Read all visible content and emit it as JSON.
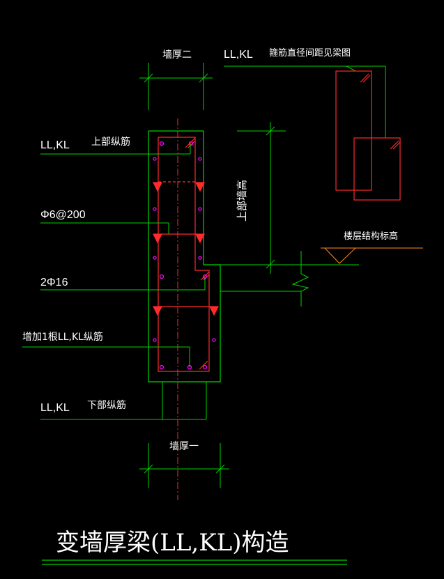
{
  "labels": {
    "wall_thick_2": "墙厚二",
    "top_ll_kl": "LL,KL",
    "stirrup_note": "箍筋直径间距见梁图",
    "ll_kl_top": "LL,KL",
    "top_long_bars": "上部纵筋",
    "stirrup_spec": "Φ6@200",
    "bars_2phi16": "2Φ16",
    "add_one_bar": "增加1根LL,KL纵筋",
    "ll_kl_bottom": "LL,KL",
    "bottom_long_bars": "下部纵筋",
    "wall_thick_1": "墙厚一",
    "beam_height": "上部墙高",
    "floor_level": "楼层结构标高",
    "title": "变墙厚梁(LL,KL)构造"
  },
  "colors": {
    "background": "#000000",
    "green": "#00d400",
    "red": "#ff2a2a",
    "magenta": "#ff00ff",
    "orange": "#ff8a1a",
    "white": "#ffffff"
  }
}
